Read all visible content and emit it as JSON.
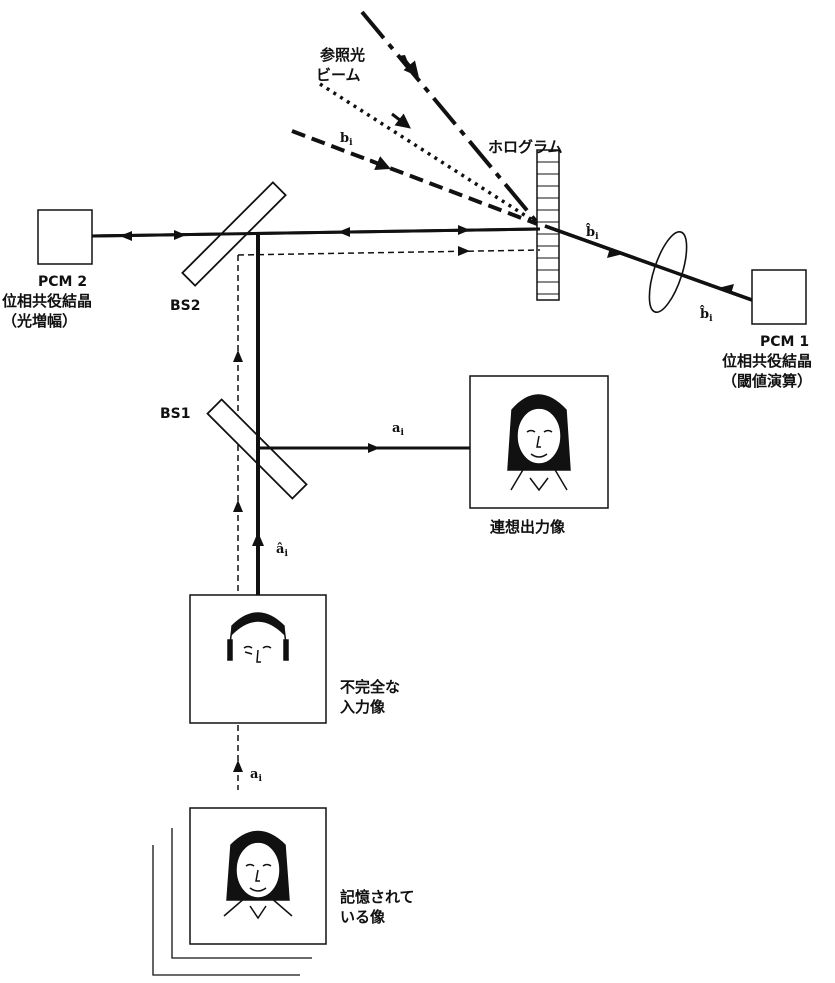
{
  "labels": {
    "reference_beam_1": "参照光",
    "reference_beam_2": "ビーム",
    "hologram": "ホログラム",
    "pcm2_title": "PCM 2",
    "pcm2_line1": "位相共役結晶",
    "pcm2_line2": "（光増幅）",
    "pcm1_title": "PCM 1",
    "pcm1_line1": "位相共役結晶",
    "pcm1_line2": "（閾値演算）",
    "bs2": "BS2",
    "bs1": "BS1",
    "output_image": "連想出力像",
    "incomplete_1": "不完全な",
    "incomplete_2": "入力像",
    "stored_1": "記憶されて",
    "stored_2": "いる像"
  },
  "symbols": {
    "b": "b",
    "b_hat": "b̂",
    "a": "a",
    "a_hat": "â",
    "index": "i"
  }
}
